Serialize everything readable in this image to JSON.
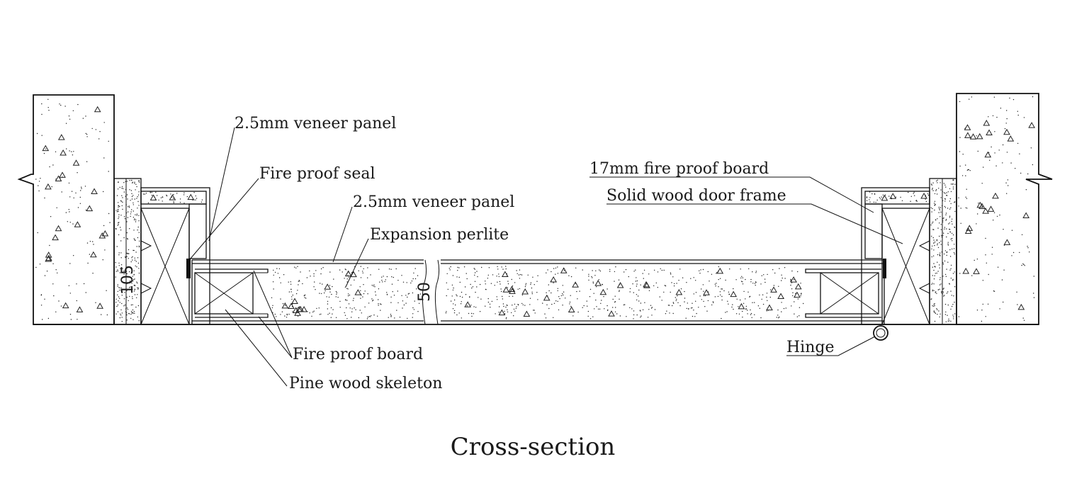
{
  "title": "Cross-section",
  "labels": {
    "veneer_panel_top": "2.5mm veneer panel",
    "fire_proof_seal": "Fire proof seal",
    "veneer_panel_door": "2.5mm veneer panel",
    "expansion_perlite": "Expansion perlite",
    "fire_proof_board": "Fire proof board",
    "pine_wood_skeleton": "Pine wood skeleton",
    "fire_proof_board_17mm": "17mm fire proof board",
    "solid_wood_door_frame": "Solid wood door frame",
    "hinge": "Hinge"
  },
  "dimensions": {
    "frame_width": "105",
    "door_thickness": "50"
  },
  "colors": {
    "line": "#111111",
    "background": "#ffffff"
  }
}
